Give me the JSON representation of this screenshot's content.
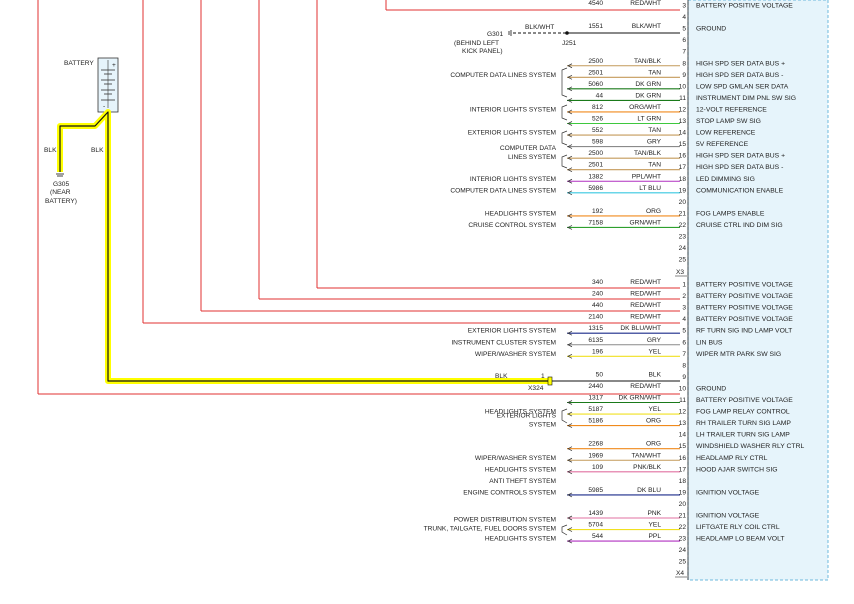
{
  "battery": {
    "label": "BATTERY",
    "plus": "+",
    "minus": "-",
    "wire_left": "BLK",
    "wire_right": "BLK",
    "ground_id": "G305",
    "ground_desc": [
      "(NEAR",
      "BATTERY)"
    ]
  },
  "g301": {
    "wire_color": "BLK/WHT",
    "id": "G301",
    "desc": [
      "(BEHIND LEFT",
      "KICK PANEL)"
    ],
    "splice": "J251"
  },
  "inline_connector": {
    "id": "X324",
    "pin": "1",
    "color": "BLK"
  },
  "connector_x3": {
    "id": "X3",
    "rows": [
      {
        "pin": "3",
        "circuit": "4540",
        "color": "RED/WHT",
        "func": "BATTERY POSITIVE VOLTAGE",
        "sys": []
      },
      {
        "pin": "4",
        "circuit": "",
        "color": "",
        "func": "",
        "sys": []
      },
      {
        "pin": "5",
        "circuit": "1551",
        "color": "BLK/WHT",
        "func": "GROUND",
        "sys": []
      },
      {
        "pin": "6",
        "circuit": "",
        "color": "",
        "func": "",
        "sys": []
      },
      {
        "pin": "7",
        "circuit": "",
        "color": "",
        "func": "",
        "sys": []
      },
      {
        "pin": "8",
        "circuit": "2500",
        "color": "TAN/BLK",
        "func": "HIGH SPD SER DATA BUS +",
        "sys": []
      },
      {
        "pin": "9",
        "circuit": "2501",
        "color": "TAN",
        "func": "HIGH SPD SER DATA BUS -",
        "sys": [
          "COMPUTER DATA LINES SYSTEM"
        ]
      },
      {
        "pin": "10",
        "circuit": "5060",
        "color": "DK GRN",
        "func": "LOW SPD GMLAN SER DATA",
        "sys": []
      },
      {
        "pin": "11",
        "circuit": "44",
        "color": "DK GRN",
        "func": "INSTRUMENT DIM PNL SW SIG",
        "sys": []
      },
      {
        "pin": "12",
        "circuit": "812",
        "color": "ORG/WHT",
        "func": "12-VOLT REFERENCE",
        "sys": [
          "INTERIOR LIGHTS SYSTEM"
        ]
      },
      {
        "pin": "13",
        "circuit": "526",
        "color": "LT GRN",
        "func": "STOP LAMP SW SIG",
        "sys": []
      },
      {
        "pin": "14",
        "circuit": "552",
        "color": "TAN",
        "func": "LOW REFERENCE",
        "sys": [
          "EXTERIOR LIGHTS SYSTEM"
        ]
      },
      {
        "pin": "15",
        "circuit": "598",
        "color": "GRY",
        "func": "5V REFERENCE",
        "sys": []
      },
      {
        "pin": "16",
        "circuit": "2500",
        "color": "TAN/BLK",
        "func": "HIGH SPD SER DATA BUS +",
        "sys": [
          "COMPUTER DATA",
          "LINES SYSTEM"
        ]
      },
      {
        "pin": "17",
        "circuit": "2501",
        "color": "TAN",
        "func": "HIGH SPD SER DATA BUS -",
        "sys": []
      },
      {
        "pin": "18",
        "circuit": "1382",
        "color": "PPL/WHT",
        "func": "LED DIMMING SIG",
        "sys": [
          "INTERIOR LIGHTS SYSTEM"
        ]
      },
      {
        "pin": "19",
        "circuit": "5986",
        "color": "LT BLU",
        "func": "COMMUNICATION ENABLE",
        "sys": [
          "COMPUTER DATA LINES SYSTEM"
        ]
      },
      {
        "pin": "20",
        "circuit": "",
        "color": "",
        "func": "",
        "sys": []
      },
      {
        "pin": "21",
        "circuit": "192",
        "color": "ORG",
        "func": "FOG LAMPS ENABLE",
        "sys": [
          "HEADLIGHTS SYSTEM"
        ]
      },
      {
        "pin": "22",
        "circuit": "7158",
        "color": "GRN/WHT",
        "func": "CRUISE CTRL IND DIM SIG",
        "sys": [
          "CRUISE CONTROL SYSTEM"
        ]
      },
      {
        "pin": "23",
        "circuit": "",
        "color": "",
        "func": "",
        "sys": []
      },
      {
        "pin": "24",
        "circuit": "",
        "color": "",
        "func": "",
        "sys": []
      },
      {
        "pin": "25",
        "circuit": "",
        "color": "",
        "func": "",
        "sys": []
      }
    ]
  },
  "connector_x4": {
    "id": "X4",
    "rows": [
      {
        "pin": "1",
        "circuit": "340",
        "color": "RED/WHT",
        "func": "BATTERY POSITIVE VOLTAGE",
        "sys": []
      },
      {
        "pin": "2",
        "circuit": "240",
        "color": "RED/WHT",
        "func": "BATTERY POSITIVE VOLTAGE",
        "sys": []
      },
      {
        "pin": "3",
        "circuit": "440",
        "color": "RED/WHT",
        "func": "BATTERY POSITIVE VOLTAGE",
        "sys": []
      },
      {
        "pin": "4",
        "circuit": "2140",
        "color": "RED/WHT",
        "func": "BATTERY POSITIVE VOLTAGE",
        "sys": []
      },
      {
        "pin": "5",
        "circuit": "1315",
        "color": "DK BLU/WHT",
        "func": "RF TURN SIG IND LAMP VOLT",
        "sys": [
          "EXTERIOR LIGHTS SYSTEM"
        ]
      },
      {
        "pin": "6",
        "circuit": "6135",
        "color": "GRY",
        "func": "LIN BUS",
        "sys": [
          "INSTRUMENT CLUSTER SYSTEM"
        ]
      },
      {
        "pin": "7",
        "circuit": "196",
        "color": "YEL",
        "func": "WIPER MTR PARK SW SIG",
        "sys": [
          "WIPER/WASHER SYSTEM"
        ]
      },
      {
        "pin": "8",
        "circuit": "",
        "color": "",
        "func": "",
        "sys": []
      },
      {
        "pin": "9",
        "circuit": "50",
        "color": "BLK",
        "func": "",
        "sys": []
      },
      {
        "pin": "10",
        "circuit": "2440",
        "color": "RED/WHT",
        "func": "GROUND",
        "sys": []
      },
      {
        "pin": "11",
        "circuit": "1317",
        "color": "DK GRN/WHT",
        "func": "BATTERY POSITIVE VOLTAGE",
        "sys": []
      },
      {
        "pin": "12",
        "circuit": "5187",
        "color": "YEL",
        "func": "FOG LAMP RELAY CONTROL",
        "sys": [
          "HEADLIGHTS SYSTEM"
        ]
      },
      {
        "pin": "13",
        "circuit": "5186",
        "color": "ORG",
        "func": "RH TRAILER TURN SIG LAMP",
        "sys": [
          "EXTERIOR LIGHTS",
          "SYSTEM"
        ]
      },
      {
        "pin": "14",
        "circuit": "",
        "color": "",
        "func": "LH TRAILER TURN SIG LAMP",
        "sys": []
      },
      {
        "pin": "15",
        "circuit": "2268",
        "color": "ORG",
        "func": "WINDSHIELD WASHER RLY CTRL",
        "sys": []
      },
      {
        "pin": "16",
        "circuit": "1969",
        "color": "TAN/WHT",
        "func": "HEADLAMP RLY CTRL",
        "sys": [
          "WIPER/WASHER SYSTEM"
        ]
      },
      {
        "pin": "17",
        "circuit": "109",
        "color": "PNK/BLK",
        "func": "HOOD AJAR SWITCH SIG",
        "sys": [
          "HEADLIGHTS SYSTEM"
        ]
      },
      {
        "pin": "18",
        "circuit": "",
        "color": "",
        "func": "",
        "sys": [
          "ANTI THEFT SYSTEM"
        ]
      },
      {
        "pin": "19",
        "circuit": "5985",
        "color": "DK BLU",
        "func": "IGNITION VOLTAGE",
        "sys": [
          "ENGINE CONTROLS SYSTEM"
        ]
      },
      {
        "pin": "20",
        "circuit": "",
        "color": "",
        "func": "",
        "sys": []
      },
      {
        "pin": "21",
        "circuit": "1439",
        "color": "PNK",
        "func": "IGNITION VOLTAGE",
        "sys": []
      },
      {
        "pin": "22",
        "circuit": "5704",
        "color": "YEL",
        "func": "LIFTGATE RLY COIL CTRL",
        "sys": [
          "POWER DISTRIBUTION SYSTEM",
          "TRUNK, TAILGATE, FUEL DOORS SYSTEM"
        ]
      },
      {
        "pin": "23",
        "circuit": "544",
        "color": "PPL",
        "func": "HEADLAMP LO BEAM VOLT",
        "sys": [
          "HEADLIGHTS SYSTEM"
        ]
      },
      {
        "pin": "24",
        "circuit": "",
        "color": "",
        "func": "",
        "sys": []
      },
      {
        "pin": "25",
        "circuit": "",
        "color": "",
        "func": "",
        "sys": []
      }
    ]
  },
  "colors": {
    "red": "#e03030",
    "black": "#111111",
    "highlight": "#ffff00",
    "module_fill": "#e6f4fb",
    "module_border": "#6cb8dc"
  }
}
